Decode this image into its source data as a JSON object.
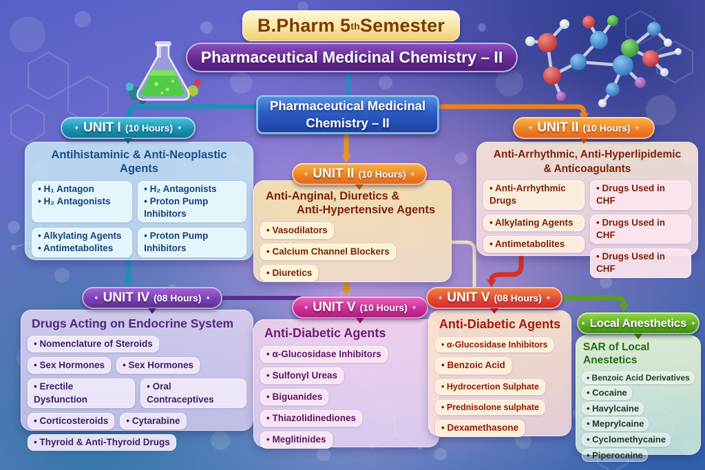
{
  "banner": {
    "semester_prefix": "B.Pharm 5",
    "semester_sup": "th",
    "semester_suffix": " Semester",
    "course": "Pharmaceutical Medicinal Chemistry – II"
  },
  "root": {
    "line1": "Pharmaceutical Medicinal",
    "line2": "Chemistry – II"
  },
  "unit1": {
    "pill": "UNIT I",
    "hours": "(10 Hours)",
    "heading": "Antihistaminic & Anti-Neoplastic Agents",
    "box_a": [
      "H₁ Antagon",
      "H₂ Antagonists"
    ],
    "box_b": [
      "H₂ Antagonists",
      "Proton Pump Inhibitors"
    ],
    "box_c": [
      "Alkylating Agents",
      "Antimetabolites"
    ],
    "box_d": [
      "Proton Pump Inhibitors"
    ]
  },
  "unit2_right": {
    "pill": "UNIT II",
    "hours": "(10 Hours)",
    "heading_line1": "Anti-Arrhythmic, Anti-Hyperlipidemic",
    "heading_line2": "& Anticoagulants",
    "left_items": [
      "Anti-Arrhythmic Drugs",
      "Alkylating Agents",
      "Antimetabolites"
    ],
    "right_items": [
      "Drugs Used in CHF",
      "Drugs Used in CHF",
      "Drugs Used in CHF"
    ]
  },
  "unit2_center": {
    "pill": "UNIT II",
    "hours": "(10 Hours)",
    "heading_line1": "Anti-Anginal, Diuretics &",
    "heading_line2": "Anti-Hypertensive Agents",
    "items": [
      "Vasodilators",
      "Calcium Channel Blockers",
      "Diuretics"
    ]
  },
  "unit4": {
    "pill": "UNIT IV",
    "hours": "(08 Hours)",
    "heading": "Drugs Acting on Endocrine System",
    "row1": "Nomenclature of Steroids",
    "row2": [
      "Sex Hormones",
      "Sex Hormones"
    ],
    "row3": [
      "Erectile Dysfunction",
      "Oral Contraceptives"
    ],
    "row4": [
      "Corticosteroids",
      "Cytarabine"
    ],
    "row5": "Thyroid & Anti-Thyroid Drugs"
  },
  "unit5_center": {
    "pill": "UNIT V",
    "hours": "(10 Hours)",
    "heading": "Anti-Diabetic Agents",
    "items": [
      "α-Glucosidase Inhibitors",
      "Sulfonyl Ureas",
      "Biguanides",
      "Thiazolidinediones",
      "Meglitinides"
    ]
  },
  "unit5_right": {
    "pill": "UNIT V",
    "hours": "(08 Hours)",
    "heading": "Anti-Diabetic Agents",
    "items": [
      "α-Glucosidase Inhibitors",
      "Benzoic Acid",
      "Hydrocertion Sulphate",
      "Prednisolone sulphate",
      "Dexamethasone"
    ]
  },
  "local_anesthetics": {
    "pill": "Local Anesthetics",
    "heading": "SAR of Local Anestetics",
    "items": [
      "Benzoic Acid Derivatives",
      "Cocaine",
      "Havylcaine",
      "Meprylcaine",
      "Cyclomethycaine",
      "Piperocaine"
    ]
  },
  "decorations": {
    "left_icon": "chemistry-flask",
    "right_icon": "molecule-model"
  },
  "colors": {
    "teal": "#0d7591",
    "orange": "#e2641a",
    "purple": "#5b2d8e",
    "magenta": "#ad1a78",
    "red_orange": "#d42430",
    "green": "#3f8a14",
    "root_blue": "#1d3f9e",
    "title_cream": "#f8e5a2",
    "banner_purple": "#6c2f9b"
  }
}
